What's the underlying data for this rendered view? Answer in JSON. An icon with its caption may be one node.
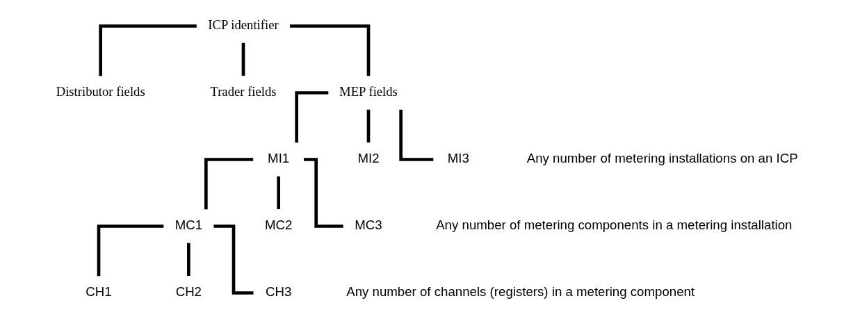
{
  "diagram": {
    "nodes": [
      {
        "text": [
          "ICP identifier"
        ]
      },
      {
        "text": [
          "Distributor fields"
        ]
      },
      {
        "text": [
          "Trader fields"
        ]
      },
      {
        "text": [
          "MEP fields"
        ]
      },
      {
        "text": [
          "MI1"
        ]
      },
      {
        "text": [
          "MI2"
        ]
      },
      {
        "text": [
          "MI3"
        ]
      },
      {
        "text": [
          "MC1"
        ]
      },
      {
        "text": [
          "MC2"
        ]
      },
      {
        "text": [
          "MC3"
        ]
      },
      {
        "text": [
          "CH1"
        ]
      },
      {
        "text": [
          "CH2"
        ]
      },
      {
        "text": [
          "CH3"
        ]
      }
    ],
    "edges": [
      {
        "from": 0,
        "to": 1,
        "arrow": "none"
      },
      {
        "from": 0,
        "to": 2,
        "arrow": "none"
      },
      {
        "from": 0,
        "to": 3,
        "arrow": "none"
      },
      {
        "from": 3,
        "to": 4,
        "arrow": "none"
      },
      {
        "from": 3,
        "to": 5,
        "arrow": "none"
      },
      {
        "from": 3,
        "to": 6,
        "arrow": "none"
      },
      {
        "from": 4,
        "to": 7,
        "arrow": "none"
      },
      {
        "from": 4,
        "to": 8,
        "arrow": "none"
      },
      {
        "from": 4,
        "to": 9,
        "arrow": "none"
      },
      {
        "from": 7,
        "to": 10,
        "arrow": "none"
      },
      {
        "from": 7,
        "to": 11,
        "arrow": "none"
      },
      {
        "from": 7,
        "to": 12,
        "arrow": "none"
      }
    ],
    "labels": [
      "Any number of metering installations on an ICP",
      "Any number of metering components in a metering installation",
      "Any number of channels (registers) in a metering component"
    ]
  }
}
